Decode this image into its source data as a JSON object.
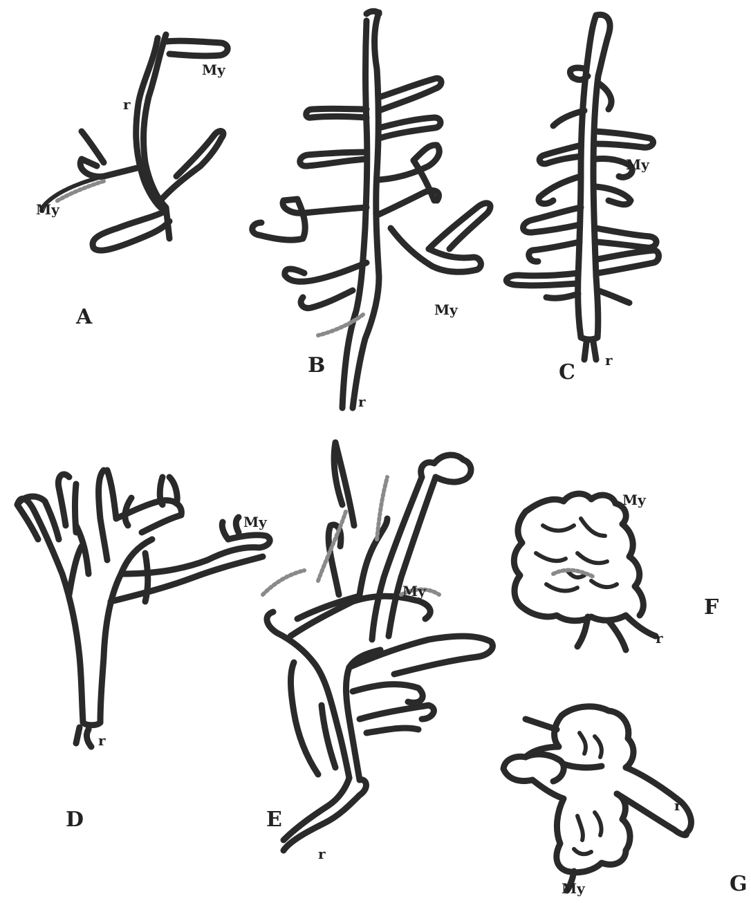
{
  "panels": {
    "A": {
      "letter": "A",
      "labels": [
        "My",
        "My",
        "r"
      ]
    },
    "B": {
      "letter": "B",
      "labels": [
        "My",
        "r"
      ]
    },
    "C": {
      "letter": "C",
      "labels": [
        "My",
        "r"
      ]
    },
    "D": {
      "letter": "D",
      "labels": [
        "My",
        "r"
      ]
    },
    "E": {
      "letter": "E",
      "labels": [
        "My",
        "r"
      ]
    },
    "F": {
      "letter": "F",
      "labels": [
        "My",
        "r"
      ]
    },
    "G": {
      "letter": "G",
      "labels": [
        "My",
        "r"
      ]
    }
  }
}
